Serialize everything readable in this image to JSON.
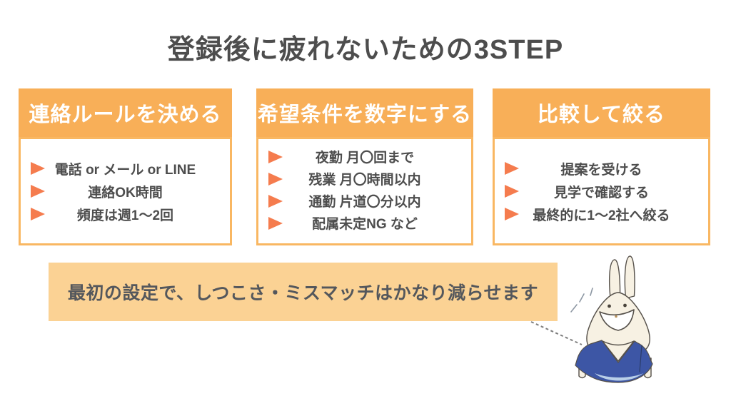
{
  "title": "登録後に疲れないための3STEP",
  "steps": [
    {
      "heading": "連絡ルールを決める",
      "items": [
        "電話 or メール or LINE",
        "連絡OK時間",
        "頻度は週1〜2回"
      ]
    },
    {
      "heading": "希望条件を数字にする",
      "items": [
        "夜勤 月〇回まで",
        "残業 月〇時間以内",
        "通勤 片道〇分以内",
        "配属未定NG など"
      ]
    },
    {
      "heading": "比較して絞る",
      "items": [
        "提案を受ける",
        "見学で確認する",
        "最終的に1〜2社へ絞る"
      ]
    }
  ],
  "note": {
    "text": "最初の設定で、しつこさ・ミスマッチはかなり減らせます"
  },
  "icons": {
    "bullet": "triangle-right-icon",
    "mascot": "smiling-rabbit-in-blue-scrubs"
  },
  "colors": {
    "header_orange": "#F8AF58",
    "border_orange": "#F9B762",
    "bullet_orange": "#F57C4E",
    "note_bg": "#FBD294",
    "note_text": "#54575C",
    "text_dark": "#4D4D4D",
    "shirt_blue": "#3D56A5",
    "fur_cream": "#F7F1E3",
    "outline_dark": "#55504A",
    "shadow_blue": "#B9CFE8",
    "dash_gray": "#7D7D7D"
  }
}
